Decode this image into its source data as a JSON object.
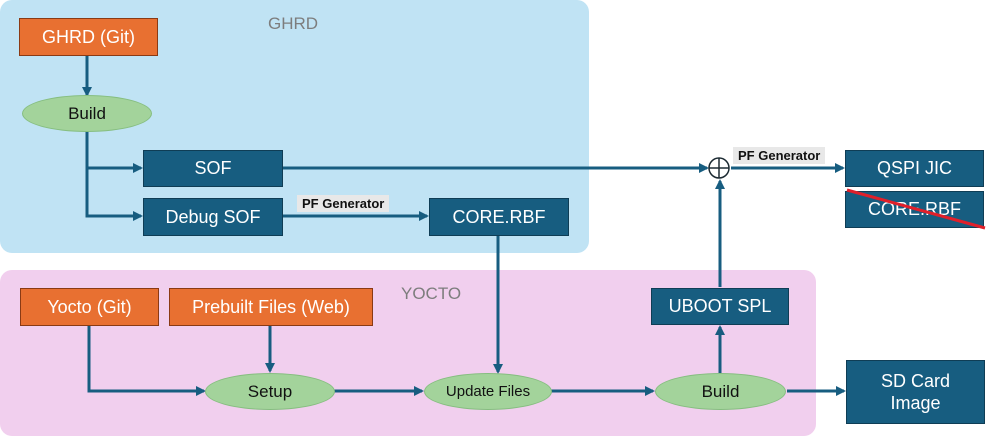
{
  "regions": {
    "ghrd": "GHRD",
    "yocto": "YOCTO"
  },
  "nodes": {
    "ghrd_git": "GHRD (Git)",
    "ghrd_build": "Build",
    "sof": "SOF",
    "debug_sof": "Debug SOF",
    "core_rbf": "CORE.RBF",
    "qspi_jic": "QSPI JIC",
    "core_rbf_crossed": "CORE.RBF",
    "yocto_git": "Yocto (Git)",
    "prebuilt_files": "Prebuilt Files (Web)",
    "setup": "Setup",
    "update_files": "Update Files",
    "yocto_build": "Build",
    "uboot_spl": "UBOOT SPL",
    "sd_card_line1": "SD Card",
    "sd_card_line2": "Image"
  },
  "edge_labels": {
    "pf_generator_1": "PF Generator",
    "pf_generator_2": "PF Generator"
  },
  "colors": {
    "ghrd_region": "#c0e3f4",
    "yocto_region": "#f1cfee",
    "source_box": "#e87031",
    "artifact_box": "#175d80",
    "process_ellipse": "#a3d39b",
    "arrow": "#175d80",
    "strike": "#e0202a"
  }
}
